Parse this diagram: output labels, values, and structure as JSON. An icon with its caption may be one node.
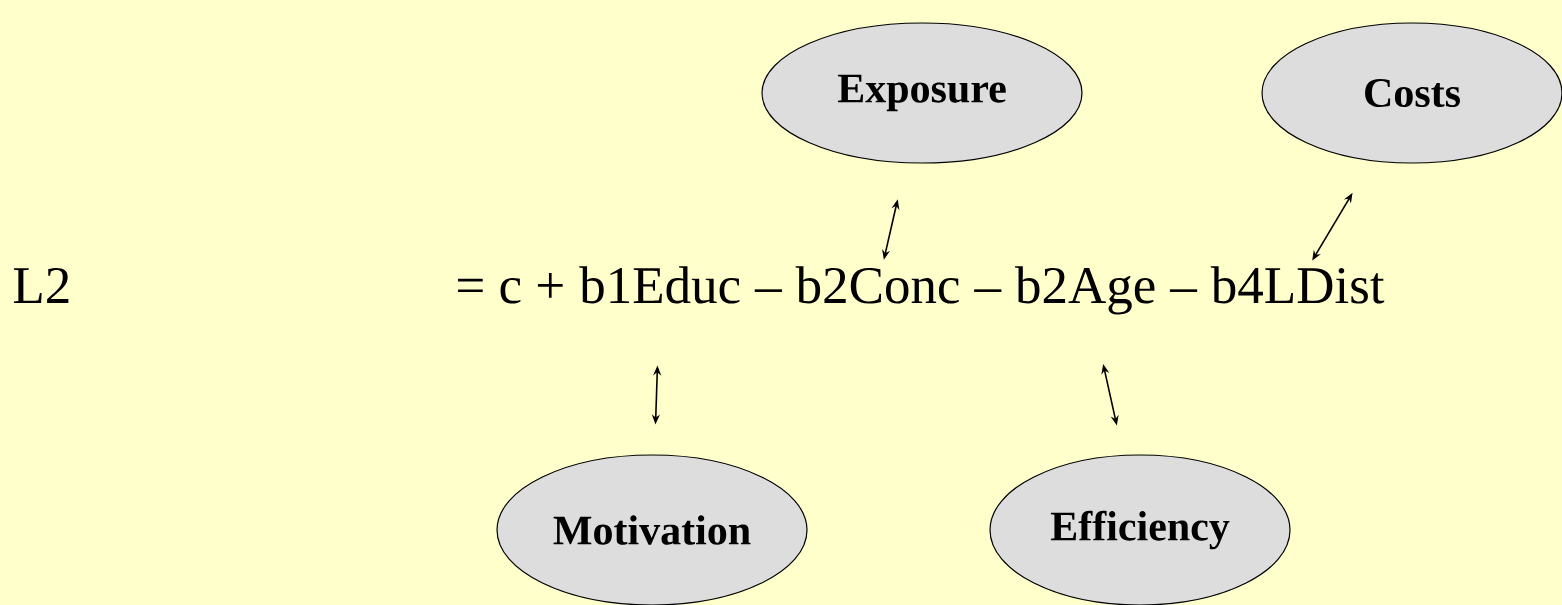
{
  "diagram": {
    "nodes": [
      {
        "text": [
          "Exposure"
        ]
      },
      {
        "text": [
          "Costs"
        ]
      },
      {
        "text": [
          "b1Educ"
        ]
      },
      {
        "text": [
          "b2Conc"
        ]
      },
      {
        "text": [
          "b2Age"
        ]
      },
      {
        "text": [
          "b4LDist"
        ]
      },
      {
        "text": [
          "Motivation"
        ]
      },
      {
        "text": [
          "Efficiency"
        ]
      }
    ],
    "edges": [
      {
        "from": 0,
        "to": 3,
        "arrow": "both"
      },
      {
        "from": 1,
        "to": 5,
        "arrow": "both"
      },
      {
        "from": 6,
        "to": 2,
        "arrow": "both"
      },
      {
        "from": 7,
        "to": 4,
        "arrow": "both"
      }
    ],
    "labels": [
      "L2",
      "= c +",
      "–",
      "–",
      "–"
    ]
  }
}
